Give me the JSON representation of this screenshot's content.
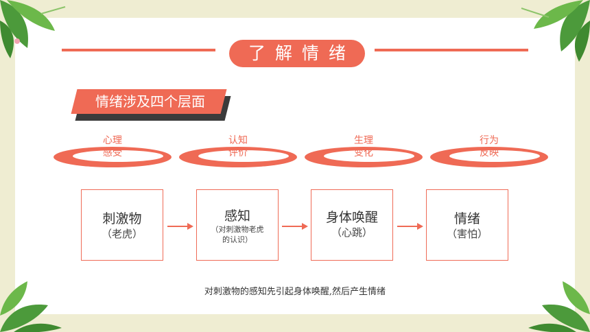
{
  "title": "了解情绪",
  "banner": "情绪涉及四个层面",
  "layers": [
    {
      "line1": "心理",
      "line2": "感受"
    },
    {
      "line1": "认知",
      "line2": "评价"
    },
    {
      "line1": "生理",
      "line2": "变化"
    },
    {
      "line1": "行为",
      "line2": "反映"
    }
  ],
  "steps": [
    {
      "main": "刺激物",
      "sub": "（老虎）"
    },
    {
      "main": "感知",
      "sub": "（对刺激物老虎",
      "sub2": "的认识）"
    },
    {
      "main": "身体唤醒",
      "sub": "（心跳）"
    },
    {
      "main": "情绪",
      "sub": "（害怕）"
    }
  ],
  "caption": "对刺激物的感知先引起身体唤醒,然后产生情绪",
  "colors": {
    "accent": "#ef6a55",
    "frame": "#efedd2",
    "banner_shadow": "#3b3b3b"
  }
}
